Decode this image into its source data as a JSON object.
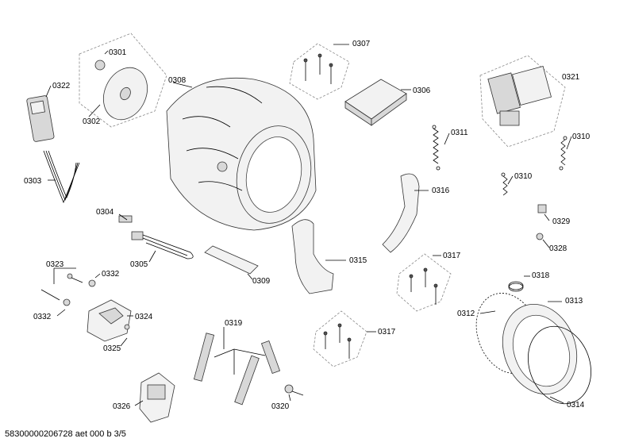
{
  "labels": {
    "p0301": "0301",
    "p0302": "0302",
    "p0303": "0303",
    "p0304": "0304",
    "p0305": "0305",
    "p0306": "0306",
    "p0307": "0307",
    "p0308": "0308",
    "p0309": "0309",
    "p0310a": "0310",
    "p0310b": "0310",
    "p0311": "0311",
    "p0312": "0312",
    "p0313": "0313",
    "p0314": "0314",
    "p0315": "0315",
    "p0316": "0316",
    "p0317a": "0317",
    "p0317b": "0317",
    "p0318": "0318",
    "p0319": "0319",
    "p0320": "0320",
    "p0321": "0321",
    "p0322": "0322",
    "p0323": "0323",
    "p0324": "0324",
    "p0325": "0325",
    "p0326": "0326",
    "p0328": "0328",
    "p0329": "0329",
    "p0332a": "0332",
    "p0332b": "0332"
  },
  "footer": "58300000206728 aet 000 b 3/5"
}
